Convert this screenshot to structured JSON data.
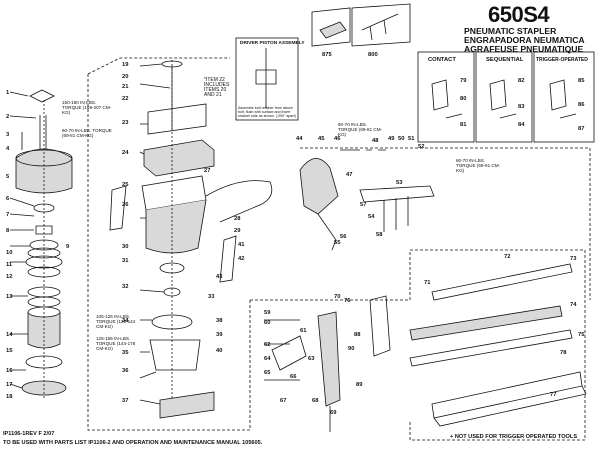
{
  "title": "650S4",
  "subtitle_lines": [
    "PNEUMATIC STAPLER",
    "ENGRAPADORA NEUMATICA",
    "AGRAFEUSE PNEUMATIQUE"
  ],
  "box_labels": {
    "contact": "CONTACT",
    "sequential": "SEQUENTIAL",
    "trigger_operated": "TRIGGER-OPERATED",
    "driver_piston": "DRIVER PISTON ASSEMBLY"
  },
  "notes": {
    "item22": "*ITEM 22 INCLUDES ITEMS 20 AND 21",
    "driver_note": "Assemble bolt retainer from above bolt, flush with surface and insert retainer side as shown. (.090\" apart)",
    "torque_a": "150-180 IN-LBS. TORQUE (169-207 CM-KG)",
    "torque_b": "60-70 IN-LBS. TORQUE (69-81 CM-KG)",
    "torque_c": "60-70 IN-LBS. TORQUE (69-81 CM-KG)",
    "torque_d": "60-70 IN-LBS. TORQUE (69-81 CM-KG)",
    "torque_e": "105-125 IN-LBS. TORQUE (120-144 CM-KG)",
    "torque_f": "125-155 IN-LBS. TORQUE (144-178 CM-KG)"
  },
  "footer": {
    "revision": "IP1106-1REV F 2/07",
    "manual": "TO BE USED WITH PARTS LIST IP1106-2 AND OPERATION AND MAINTENANCE MANUAL 105605.",
    "not_used": "+ NOT USED FOR TRIGGER OPERATED TOOLS"
  },
  "callouts": {
    "left": [
      "1",
      "2",
      "3",
      "4",
      "5",
      "6",
      "7",
      "8",
      "9",
      "10",
      "11",
      "12",
      "13",
      "14",
      "15",
      "16",
      "17",
      "18"
    ],
    "column": [
      "19",
      "20",
      "21",
      "22",
      "23",
      "24",
      "25",
      "26",
      "27",
      "28",
      "29",
      "30",
      "31",
      "32",
      "33",
      "34",
      "35",
      "36",
      "37",
      "38",
      "39",
      "40",
      "41",
      "42",
      "43"
    ],
    "top": [
      "875",
      "800"
    ],
    "head": [
      "44",
      "45",
      "46",
      "47",
      "48",
      "49",
      "50",
      "51",
      "52",
      "53",
      "54",
      "55",
      "56",
      "57",
      "58"
    ],
    "trigger_contact": [
      "79",
      "80",
      "81"
    ],
    "trigger_sequential": [
      "82",
      "83",
      "84"
    ],
    "trigger_operated": [
      "85",
      "86",
      "87"
    ],
    "magazine": [
      "71",
      "72",
      "73",
      "74",
      "75",
      "76",
      "77",
      "78"
    ],
    "lower": [
      "59",
      "60",
      "61",
      "62",
      "63",
      "64",
      "65",
      "66",
      "67",
      "68",
      "69",
      "70",
      "88",
      "89",
      "90"
    ]
  },
  "colors": {
    "line": "#111111",
    "paper": "#ffffff",
    "shade": "#d9d9d9"
  }
}
